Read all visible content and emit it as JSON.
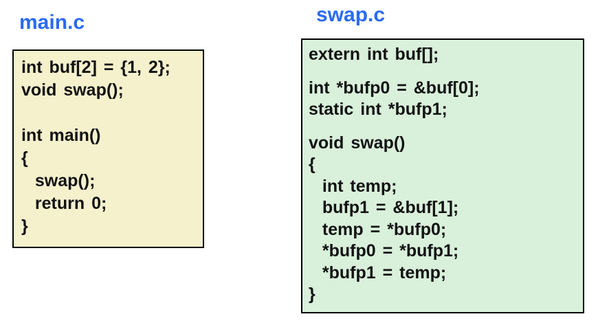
{
  "page": {
    "background_color": "#FFFFFF",
    "title_color": "#2A6AF2",
    "code_text_color": "#121212",
    "box_border_color": "#000000"
  },
  "panels": [
    {
      "id": "main-c",
      "title": "main.c",
      "box_background": "#F5F1CD",
      "code_lines": [
        "int buf[2] = {1, 2};",
        "void swap();",
        "",
        "int main()",
        "{",
        "  swap();",
        "  return 0;",
        "}"
      ]
    },
    {
      "id": "swap-c",
      "title": "swap.c",
      "box_background": "#D9F0DB",
      "code_lines": [
        "extern int buf[];",
        "",
        "int *bufp0 = &buf[0];",
        "static int *bufp1;",
        "",
        "void swap()",
        "{",
        "  int temp;",
        "  bufp1 = &buf[1];",
        "  temp = *bufp0;",
        "  *bufp0 = *bufp1;",
        "  *bufp1 = temp;",
        "}"
      ]
    }
  ]
}
